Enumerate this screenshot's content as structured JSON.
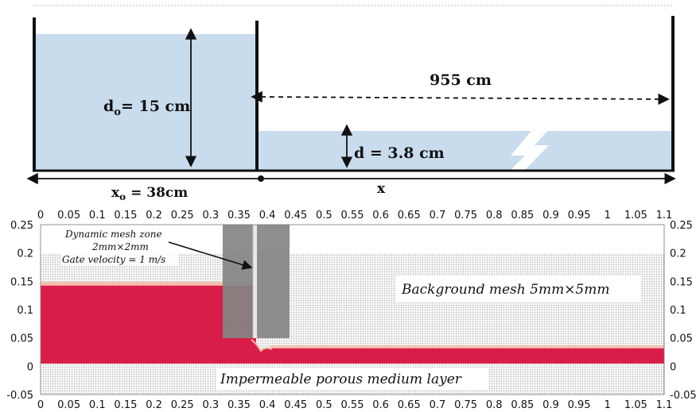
{
  "schematic": {
    "d0_label": "d",
    "d0_sub": "o",
    "d0_value": "= 15 cm",
    "length_label": "955 cm",
    "d_label": "d = 3.8 cm",
    "x0_label": "x",
    "x0_sub": "o",
    "x0_value": " = 38cm",
    "x_label": "x",
    "water_color": "#c9dcee"
  },
  "simulation": {
    "x_ticks": [
      "0",
      "0.05",
      "0.1",
      "0.15",
      "0.2",
      "0.25",
      "0.3",
      "0.35",
      "0.4",
      "0.45",
      "0.5",
      "0.55",
      "0.6",
      "0.65",
      "0.7",
      "0.75",
      "0.8",
      "0.85",
      "0.9",
      "0.95",
      "1",
      "1.05",
      "1.1"
    ],
    "y_ticks": [
      "0.25",
      "0.2",
      "0.15",
      "0.1",
      "0.05",
      "0",
      "-0.05"
    ],
    "annotation_dynamic_line1": "Dynamic mesh zone",
    "annotation_dynamic_line2": "2mm×2mm",
    "annotation_gate": "Gate velocity = 1 m/s",
    "background_mesh_label": "Background mesh 5mm×5mm",
    "porous_label": "Impermeable porous medium layer",
    "water_color": "#d81e48",
    "mesh_color": "#9a9a9a"
  }
}
